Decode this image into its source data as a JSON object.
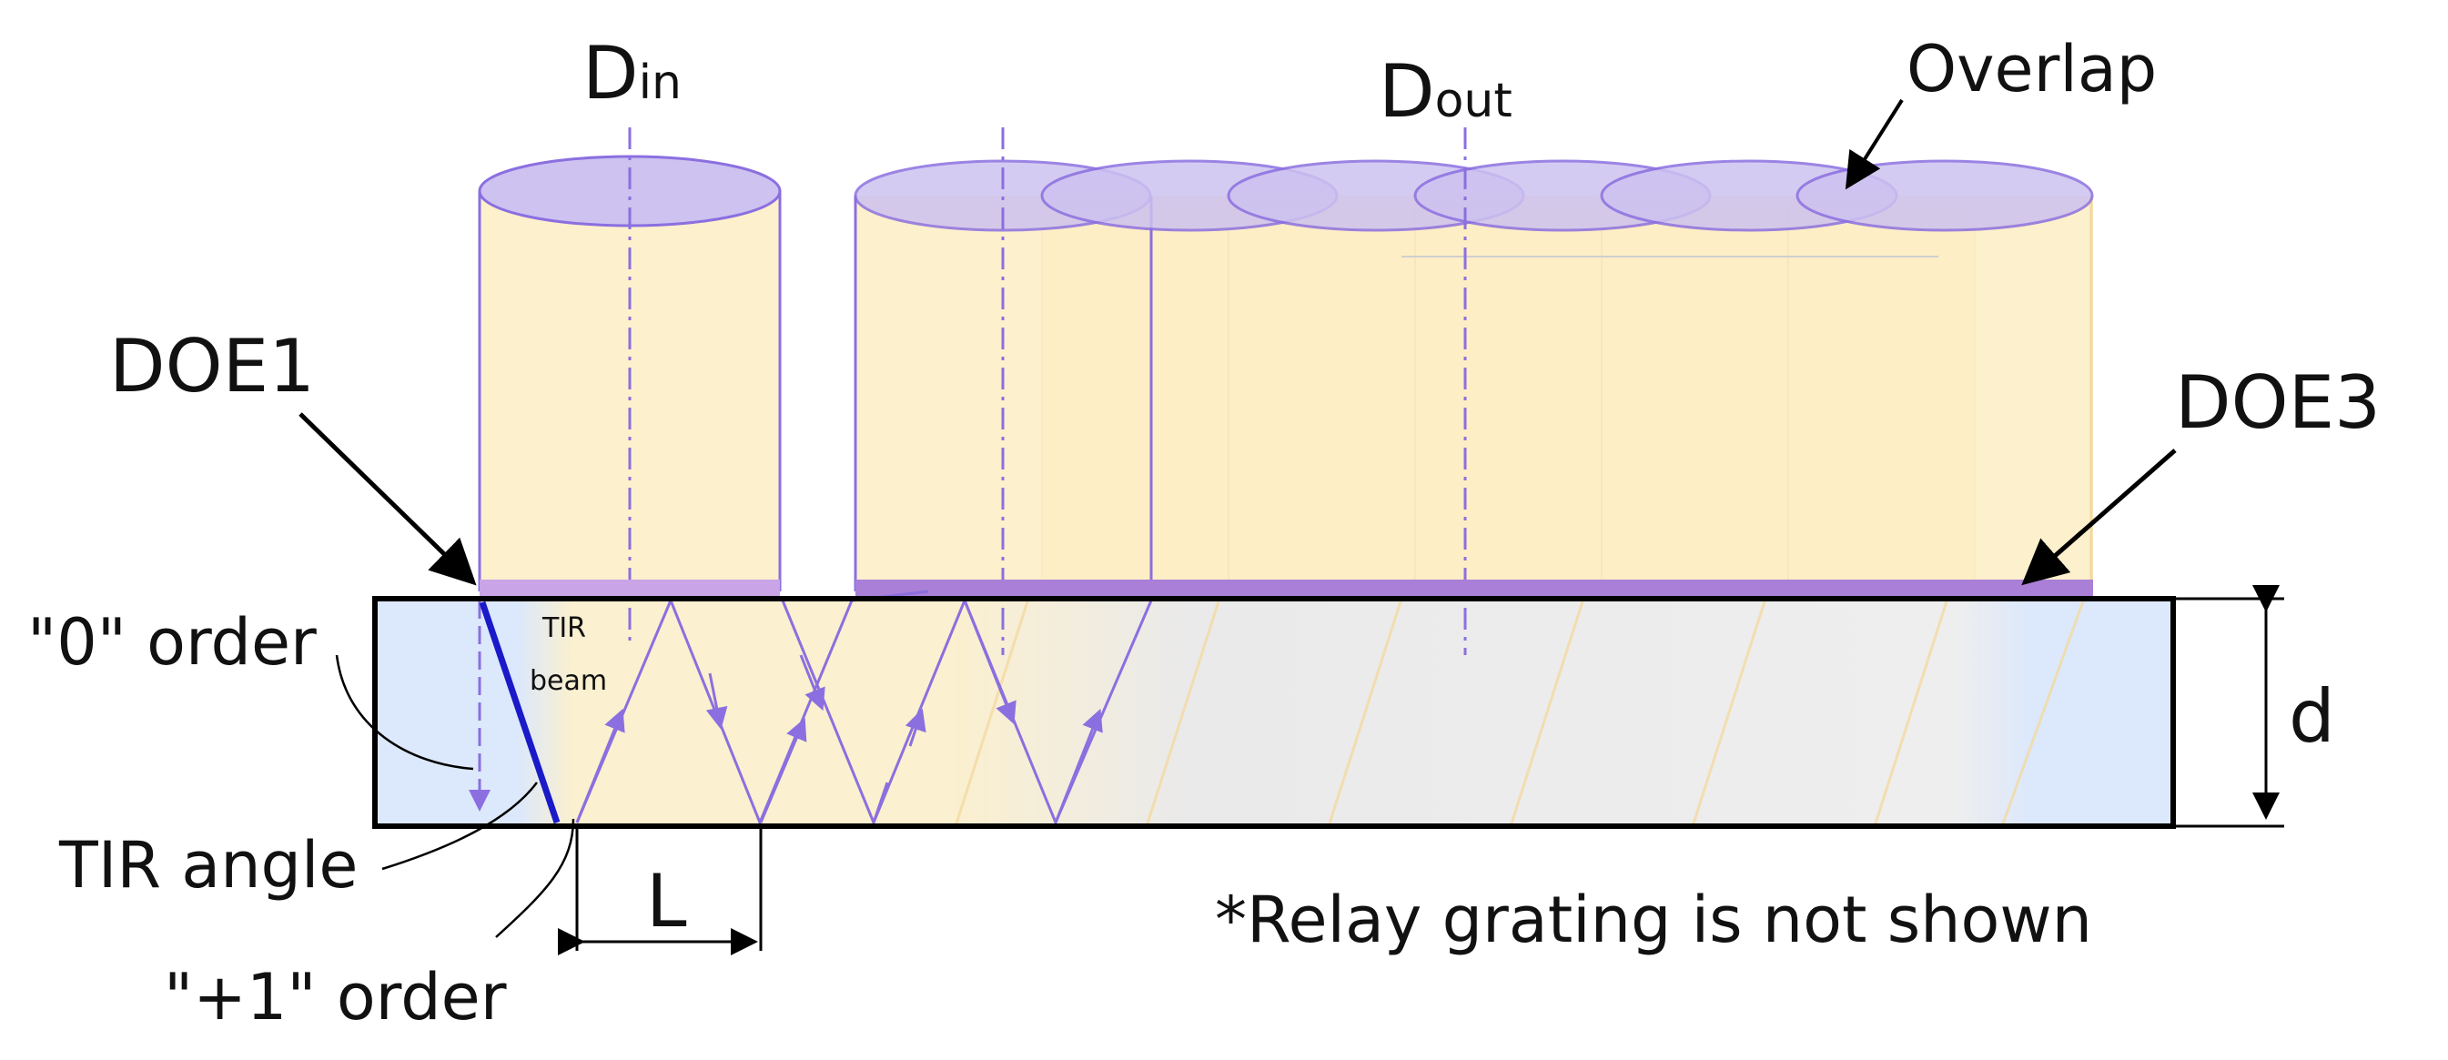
{
  "labels": {
    "d_in_main": "D",
    "d_in_sub": "in",
    "d_out_main": "D",
    "d_out_sub": "out",
    "overlap": "Overlap",
    "doe1": "DOE1",
    "doe3": "DOE3",
    "zero_order": "\"0\" order",
    "tir_beam_line1": "TIR",
    "tir_beam_line2": "beam",
    "tir_angle": "TIR angle",
    "plus_one_order": "\"+1\" order",
    "L": "L",
    "d": "d",
    "note": "*Relay grating is not shown"
  },
  "colors": {
    "cylinder_fill": "#fdf0cc",
    "cylinder_edge": "#f3d9a0",
    "beam_top": "#cdc2f0",
    "beam_stroke": "#8b6fe0",
    "grating": "#a97fd8",
    "waveguide_blue": "#dce8fb",
    "waveguide_yellow": "#fbf0cf",
    "waveguide_gray": "#ececec",
    "tir_line": "#1a1ac8",
    "outline": "#000000"
  }
}
